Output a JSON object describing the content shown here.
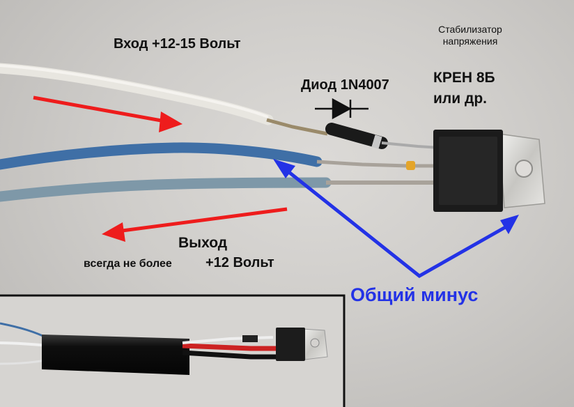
{
  "labels": {
    "input": "Вход  +12-15 Вольт",
    "stabilizer_line1": "Стабилизатор",
    "stabilizer_line2": "напряжения",
    "diode": "Диод 1N4007",
    "regulator_line1": "КРЕН 8Б",
    "regulator_line2": "или др.",
    "output": "Выход",
    "output_note": "всегда не более",
    "output_note_strong": "+12 Вольт",
    "common_minus": "Общий минус"
  },
  "colors": {
    "arrow_red": "#ee1c1c",
    "arrow_blue": "#2332e6",
    "common_minus_text": "#2332e6",
    "wire_white": "#e8e6e0",
    "wire_blue": "#3f6fa6",
    "wire_lightblue": "#7e98a8"
  }
}
